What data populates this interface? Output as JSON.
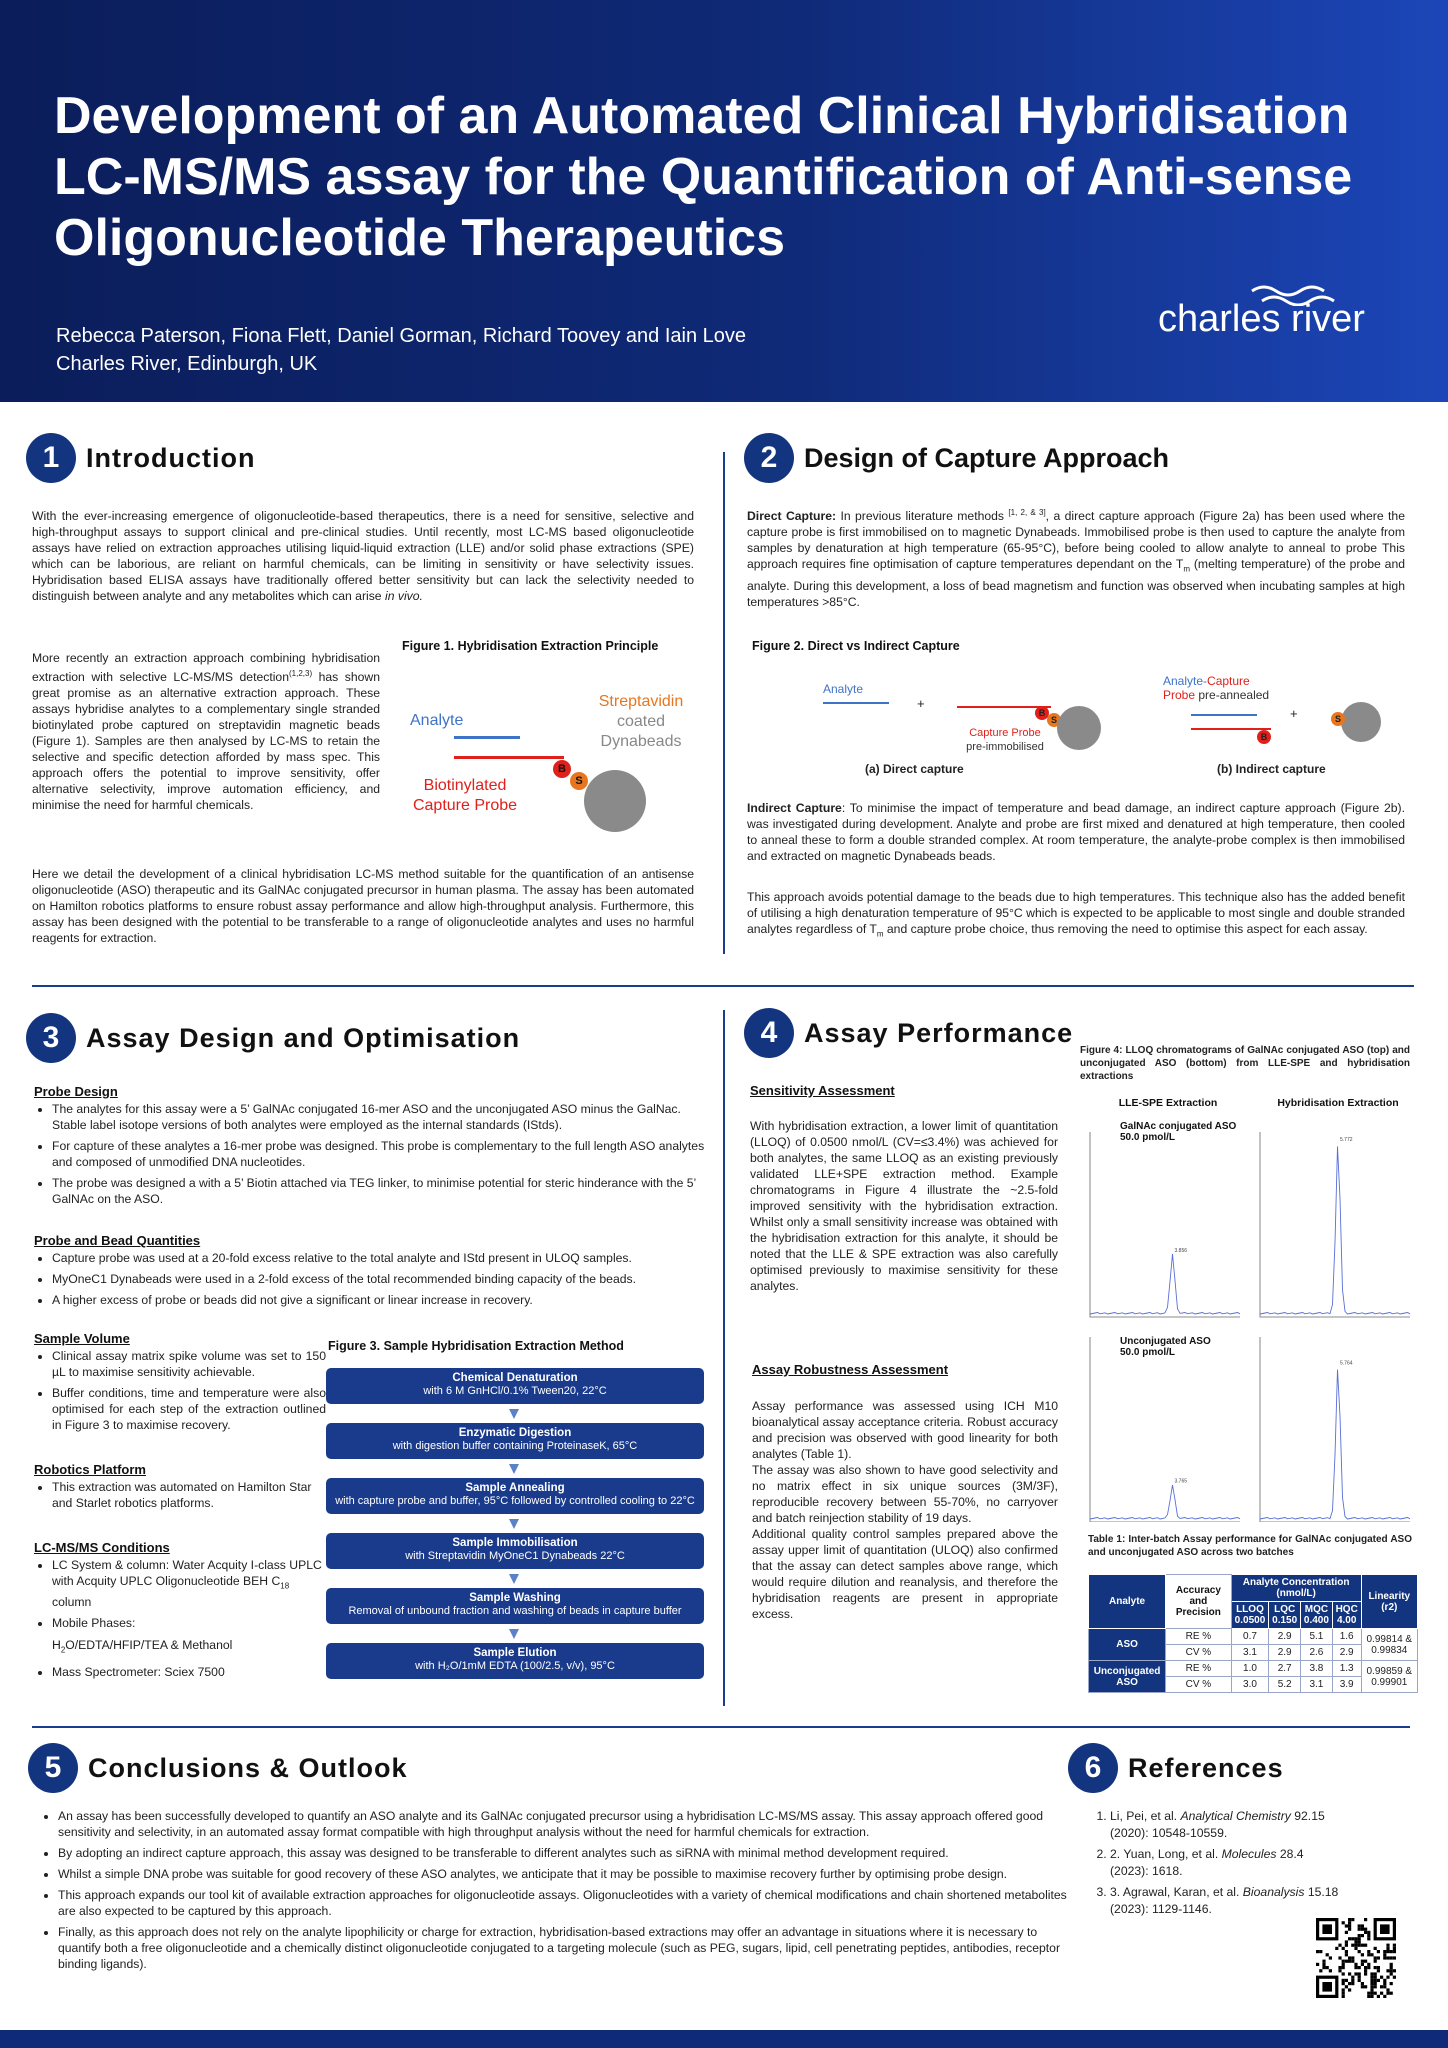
{
  "header": {
    "title_lines": [
      "Development of an Automated Clinical Hybridisation",
      "LC-MS/MS assay for the Quantification of Anti-sense",
      "Oligonucleotide Therapeutics"
    ],
    "authors": "Rebecca Paterson, Fiona Flett, Daniel Gorman, Richard Toovey and Iain Love",
    "affiliation": "Charles River, Edinburgh, UK",
    "logo_text": "charles river"
  },
  "s1": {
    "num": "1",
    "title": "Introduction",
    "p1": "With the ever-increasing emergence of oligonucleotide-based therapeutics, there is a need for sensitive, selective and high-throughput assays to support clinical and pre-clinical studies.  Until recently, most LC-MS based oligonucleotide assays have relied on extraction approaches utilising liquid-liquid extraction (LLE) and/or solid phase extractions (SPE) which can be laborious, are reliant on harmful chemicals, can be limiting in sensitivity or have selectivity issues. Hybridisation based ELISA assays have traditionally offered better sensitivity but can lack the selectivity needed to distinguish between analyte and any metabolites which can arise ",
    "p1_em": "in vivo.",
    "p2a": "More recently an extraction approach combining hybridisation extraction with selective LC-MS/MS detection",
    "p2_sup": "(1,2,3)",
    "p2b": " has shown great promise as an alternative extraction approach. These assays hybridise analytes to a complementary single stranded biotinylated probe captured on streptavidin magnetic beads (Figure 1).  Samples are then analysed by LC-MS to retain the selective and specific detection afforded by mass spec. This approach offers the potential to improve sensitivity, offer alternative selectivity, improve automation efficiency, and minimise the need for harmful chemicals.",
    "p3": "Here we detail the development of a clinical hybridisation LC-MS method suitable for the quantification of an antisense oligonucleotide (ASO) therapeutic and its GalNAc conjugated precursor in human plasma.  The assay has been automated on Hamilton robotics platforms to ensure robust assay performance and allow high-throughput analysis. Furthermore, this assay has been designed with the potential to be transferable to a range of oligonucleotide analytes and uses no harmful reagents for extraction.",
    "fig1": {
      "caption": "Figure 1.  Hybridisation Extraction Principle",
      "analyte": "Analyte",
      "strep1": "Streptavidin",
      "strep2": "coated",
      "strep3": "Dynabeads",
      "bio1": "Biotinylated",
      "bio2": "Capture Probe",
      "b": "B",
      "s": "S"
    }
  },
  "s2": {
    "num": "2",
    "title": "Design of Capture Approach",
    "direct_label": "Direct Capture:",
    "direct_a": "  In previous literature methods ",
    "direct_sup": "[1, 2, & 3]",
    "direct_b": ", a direct capture approach (Figure 2a) has been used where the capture probe is first immobilised on to magnetic Dynabeads.  Immobilised probe is then used to capture the analyte from samples by denaturation at high temperature (65-95°C), before being cooled to allow analyte to anneal to probe This approach requires fine optimisation of capture temperatures dependant on the T",
    "direct_sub": "m",
    "direct_c": " (melting temperature) of the probe and analyte.  During this development, a loss of bead magnetism and function was observed when incubating samples at high temperatures >85°C.",
    "fig2": {
      "caption": "Figure 2. Direct vs Indirect Capture",
      "analyte": "Analyte",
      "plus": "+",
      "capture_probe": "Capture Probe",
      "pre_imm": "pre-immobilised",
      "a_label": "(a) Direct capture",
      "ac1": "Analyte-",
      "ac2": "Capture",
      "ac3": "Probe",
      "ac4": " pre-annealed",
      "b_label": "(b) Indirect capture",
      "b": "B",
      "s": "S"
    },
    "indirect_label": "Indirect Capture",
    "indirect_text": ":  To minimise the impact of temperature and bead damage, an indirect capture approach (Figure 2b). was investigated during development.  Analyte and probe are first mixed and denatured at high temperature, then cooled to anneal these to form a double stranded complex.  At room temperature, the analyte-probe complex is then immobilised and extracted on magnetic Dynabeads beads.",
    "p3a": "This approach avoids potential damage to the beads due to high temperatures.  This technique also has the added benefit of utilising a high denaturation temperature of 95°C which is expected to be applicable to most single and double stranded analytes regardless of T",
    "p3_sub": "m",
    "p3b": " and capture probe choice, thus removing the need to optimise this aspect for each assay."
  },
  "s3": {
    "num": "3",
    "title": "Assay Design and Optimisation",
    "probe_head": "Probe Design",
    "probe_items": [
      "The analytes for this assay were a 5’ GalNAc conjugated 16-mer ASO and the unconjugated ASO minus the GalNac. Stable label isotope versions of both analytes were employed as the internal standards (IStds).",
      "For capture of these analytes a 16-mer probe was designed.  This probe is complementary to the full length ASO analytes and composed of unmodified DNA nucleotides.",
      "The probe was designed a with a 5’ Biotin attached via TEG linker, to minimise potential for steric hinderance with the 5’ GalNAc on the ASO."
    ],
    "bead_head": "Probe and Bead Quantities",
    "bead_items": [
      "Capture probe was used at a 20-fold excess relative to the total analyte and IStd present in ULOQ samples.",
      "MyOneC1 Dynabeads were used in a 2-fold excess of the total recommended binding capacity of the beads.",
      "A higher excess of probe or beads did not give a significant or linear increase in recovery."
    ],
    "vol_head": "Sample Volume",
    "vol_items": [
      "Clinical assay matrix spike volume was set to 150 µL to maximise sensitivity achievable.",
      "Buffer conditions, time and temperature were also optimised for each step of the extraction outlined in Figure 3 to maximise recovery."
    ],
    "robot_head": "Robotics Platform",
    "robot_items": [
      "This extraction was automated on Hamilton Star and Starlet robotics platforms."
    ],
    "lcms_head": "LC-MS/MS Conditions",
    "lcms_item1a": "LC System & column: Water Acquity I-class UPLC with Acquity UPLC Oligonucleotide BEH C",
    "lcms_item1_sub": "18",
    "lcms_item1b": " column",
    "lcms_item2": "Mobile Phases:",
    "lcms_item2b_a": "H",
    "lcms_item2b_sub": "2",
    "lcms_item2b_b": "O/EDTA/HFIP/TEA & Methanol",
    "lcms_item3": "Mass Spectrometer: Sciex 7500",
    "fig3_caption": "Figure 3.  Sample Hybridisation Extraction Method",
    "steps": [
      {
        "title": "Chemical Denaturation",
        "sub": "with 6 M GnHCl/0.1% Tween20, 22°C"
      },
      {
        "title": "Enzymatic Digestion",
        "sub": "with digestion buffer containing ProteinaseK, 65°C"
      },
      {
        "title": "Sample Annealing",
        "sub": "with capture probe and buffer, 95°C followed by controlled cooling to 22°C"
      },
      {
        "title": "Sample Immobilisation",
        "sub": "with Streptavidin MyOneC1 Dynabeads 22°C"
      },
      {
        "title": "Sample Washing",
        "sub": "Removal of unbound fraction and washing of beads in capture buffer"
      },
      {
        "title": "Sample Elution",
        "sub": "with H₂O/1mM EDTA (100/2.5, v/v), 95°C"
      }
    ]
  },
  "s4": {
    "num": "4",
    "title": "Assay Performance",
    "sens_head": "Sensitivity Assessment",
    "sens_text": "With hybridisation extraction, a lower limit of quantitation (LLOQ) of 0.0500 nmol/L (CV=≤3.4%) was achieved for both analytes, the same LLOQ as an existing previously validated LLE+SPE extraction method.  Example chromatograms in Figure 4 illustrate the ~2.5-fold improved sensitivity with the hybridisation extraction. Whilst only a small sensitivity increase was obtained with the hybridisation extraction for this analyte, it should be noted that the LLE & SPE extraction was also carefully optimised previously to maximise sensitivity for these analytes.",
    "rob_head": "Assay Robustness Assessment",
    "rob_text1": "Assay performance was assessed using ICH M10 bioanalytical assay acceptance criteria.  Robust accuracy and precision was observed with good linearity for both analytes (Table 1).",
    "rob_text2": "The assay was also shown to have good selectivity and no matrix effect in six unique sources (3M/3F), reproducible recovery between 55-70%, no carryover and batch reinjection stability of 19 days.",
    "rob_text3": "Additional quality control samples prepared above the assay upper limit of quantitation (ULOQ) also confirmed that the assay can detect samples above range, which would require dilution and reanalysis, and therefore the hybridisation reagents are present in appropriate excess.",
    "fig4_caption": "Figure 4: LLOQ chromatograms of GalNAc conjugated ASO (top) and unconjugated ASO (bottom) from LLE-SPE and hybridisation extractions",
    "col1": "LLE-SPE Extraction",
    "col2": "Hybridisation Extraction",
    "lab_top1": "GalNAc conjugated ASO",
    "lab_top2": "50.0 pmol/L",
    "lab_bot1": "Unconjugated ASO",
    "lab_bot2": "50.0 pmol/L",
    "table_caption": "Table 1: Inter-batch Assay performance for GalNAc conjugated ASO and unconjugated ASO across two batches",
    "table": {
      "h_analyte": "Analyte",
      "h_acc": "Accuracy and Precision",
      "h_conc": "Analyte Concentration (nmol/L)",
      "h_lin": "Linearity (r2)",
      "levels": [
        {
          "name": "LLOQ",
          "val": "0.0500"
        },
        {
          "name": "LQC",
          "val": "0.150"
        },
        {
          "name": "MQC",
          "val": "0.400"
        },
        {
          "name": "HQC",
          "val": "4.00"
        }
      ],
      "rows": [
        {
          "analyte": "ASO",
          "re": [
            "0.7",
            "2.9",
            "5.1",
            "1.6"
          ],
          "cv": [
            "3.1",
            "2.9",
            "2.6",
            "2.9"
          ],
          "lin": "0.99814 & 0.99834"
        },
        {
          "analyte": "Unconjugated ASO",
          "re": [
            "1.0",
            "2.7",
            "3.8",
            "1.3"
          ],
          "cv": [
            "3.0",
            "5.2",
            "3.1",
            "3.9"
          ],
          "lin": "0.99859 & 0.99901"
        }
      ],
      "re_label": "RE %",
      "cv_label": "CV %"
    },
    "chart_data": {
      "type": "line",
      "panels": [
        {
          "title": "LLE-SPE Extraction",
          "analyte": "GalNAc conjugated ASO",
          "peak_label": "3.856"
        },
        {
          "title": "Hybridisation Extraction",
          "analyte": "GalNAc conjugated ASO",
          "peak_label": "5.772"
        },
        {
          "title": "LLE-SPE Extraction",
          "analyte": "Unconjugated ASO",
          "peak_label": "3.765"
        },
        {
          "title": "Hybridisation Extraction",
          "analyte": "Unconjugated ASO",
          "peak_label": "5.764"
        }
      ]
    }
  },
  "s5": {
    "num": "5",
    "title": "Conclusions & Outlook",
    "items": [
      "An assay has been successfully developed to quantify an ASO analyte and its GalNAc conjugated precursor using a hybridisation LC-MS/MS assay.  This assay approach offered good sensitivity and selectivity, in an automated assay format compatible with high throughput analysis without the need for harmful chemicals for extraction.",
      "By adopting an indirect capture approach, this assay was designed to be transferable to different analytes such as siRNA with minimal method development required.",
      "Whilst a simple DNA probe was suitable for good recovery of these ASO analytes, we anticipate that it may be possible to maximise recovery further by optimising probe design.",
      "This approach expands our tool kit of available extraction approaches for oligonucleotide assays.  Oligonucleotides with a variety of chemical modifications and chain shortened metabolites are also expected to be captured by this approach.",
      "Finally, as this approach does not rely on the analyte lipophilicity or charge for extraction, hybridisation-based extractions may offer an advantage in situations where it is necessary to quantify both a free oligonucleotide and a chemically distinct oligonucleotide conjugated to a targeting molecule (such as PEG, sugars, lipid, cell penetrating peptides, antibodies, receptor binding ligands)."
    ]
  },
  "s6": {
    "num": "6",
    "title": "References",
    "refs": [
      {
        "a": "Li, Pei, et al. ",
        "j": "Analytical Chemistry",
        "b": " 92.15 (2020): 10548-10559."
      },
      {
        "a": "2. Yuan, Long, et al. ",
        "j": "Molecules",
        "b": " 28.4 (2023): 1618."
      },
      {
        "a": "3. Agrawal, Karan, et al. ",
        "j": "Bioanalysis",
        "b": " 15.18 (2023): 1129-1146."
      }
    ]
  },
  "colors": {
    "navy": "#13357f",
    "blue_line": "#3f73c8",
    "red_line": "#e0201b",
    "orange": "#e8761e"
  }
}
